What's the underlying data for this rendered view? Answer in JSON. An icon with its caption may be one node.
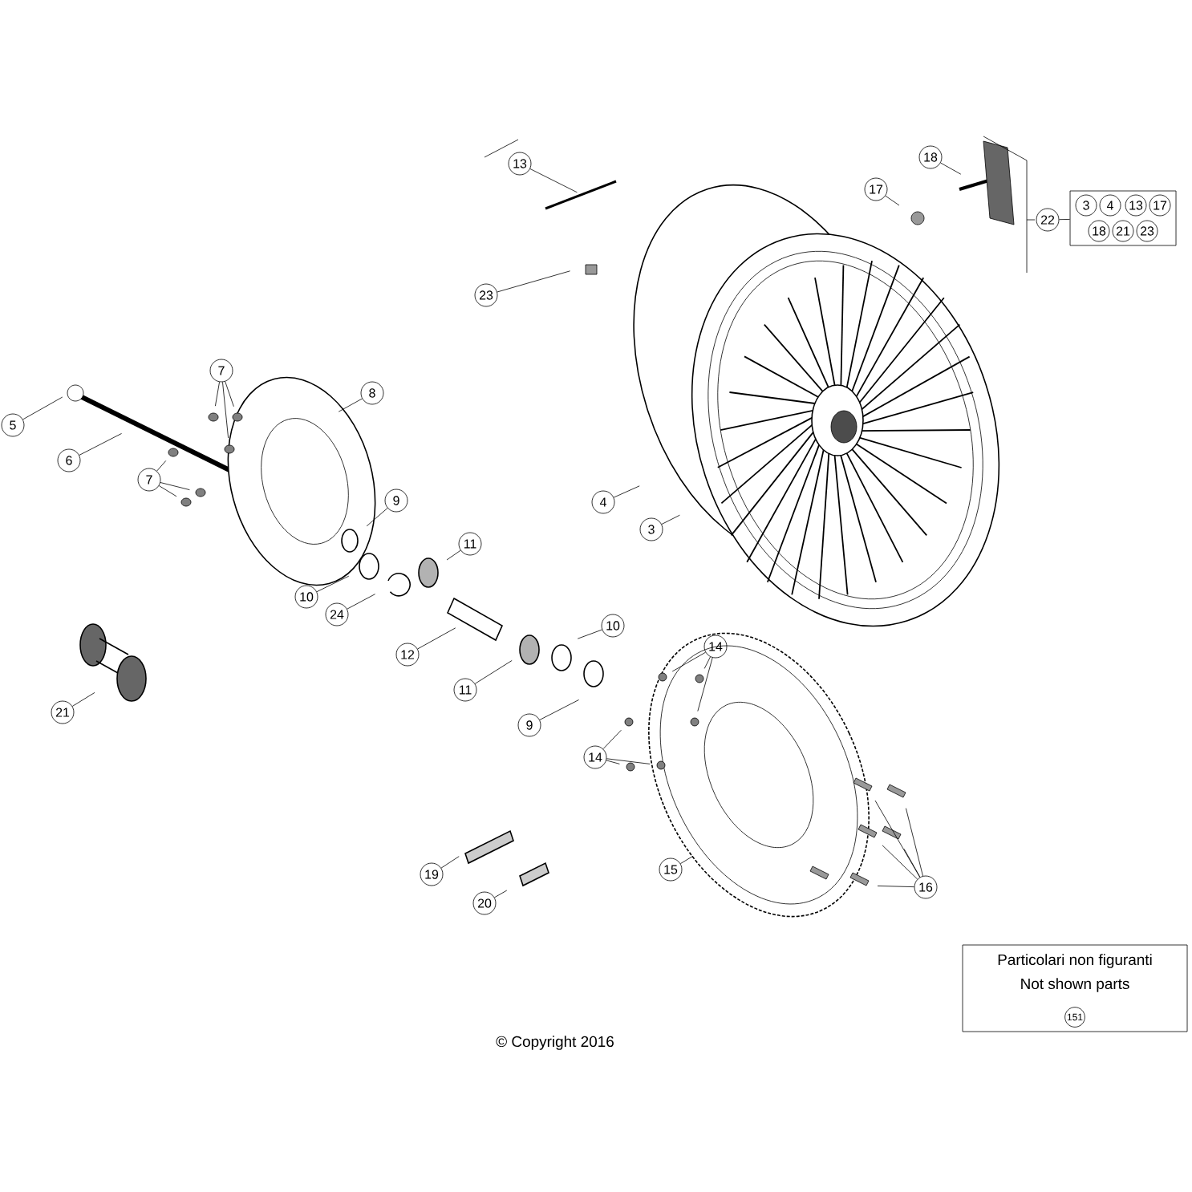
{
  "diagram": {
    "nodes": [
      {
        "text": [
          "13"
        ]
      },
      {
        "text": [
          "18"
        ]
      },
      {
        "text": [
          "17"
        ]
      },
      {
        "text": [
          "22"
        ]
      },
      {
        "text": [
          "3",
          "4",
          "13",
          "17",
          "18",
          "21",
          "23"
        ]
      },
      {
        "text": [
          "23"
        ]
      },
      {
        "text": [
          "7"
        ]
      },
      {
        "text": [
          "8"
        ]
      },
      {
        "text": [
          "5"
        ]
      },
      {
        "text": [
          "6"
        ]
      },
      {
        "text": [
          "7"
        ]
      },
      {
        "text": [
          "4"
        ]
      },
      {
        "text": [
          "3"
        ]
      },
      {
        "text": [
          "9"
        ]
      },
      {
        "text": [
          "11"
        ]
      },
      {
        "text": [
          "10"
        ]
      },
      {
        "text": [
          "24"
        ]
      },
      {
        "text": [
          "12"
        ]
      },
      {
        "text": [
          "10"
        ]
      },
      {
        "text": [
          "14"
        ]
      },
      {
        "text": [
          "11"
        ]
      },
      {
        "text": [
          "9"
        ]
      },
      {
        "text": [
          "21"
        ]
      },
      {
        "text": [
          "14"
        ]
      },
      {
        "text": [
          "15"
        ]
      },
      {
        "text": [
          "16"
        ]
      },
      {
        "text": [
          "19"
        ]
      },
      {
        "text": [
          "20"
        ]
      },
      {
        "text": [
          "Particolari non figuranti",
          "Not shown parts"
        ]
      },
      {
        "text": [
          "151"
        ],
        "in": 28
      }
    ],
    "edges": [
      {
        "from": 0,
        "to": null,
        "arrow": "none"
      },
      {
        "from": 1,
        "to": null,
        "arrow": "none"
      },
      {
        "from": 2,
        "to": null,
        "arrow": "none"
      },
      {
        "from": 3,
        "to": 4,
        "arrow": "none"
      },
      {
        "from": 5,
        "to": null,
        "arrow": "none"
      },
      {
        "from": 6,
        "to": null,
        "arrow": "none"
      },
      {
        "from": 6,
        "to": null,
        "arrow": "none"
      },
      {
        "from": 6,
        "to": null,
        "arrow": "none"
      },
      {
        "from": 7,
        "to": null,
        "arrow": "none"
      },
      {
        "from": 8,
        "to": null,
        "arrow": "none"
      },
      {
        "from": 9,
        "to": null,
        "arrow": "none"
      },
      {
        "from": 10,
        "to": null,
        "arrow": "none"
      },
      {
        "from": 10,
        "to": null,
        "arrow": "none"
      },
      {
        "from": 10,
        "to": null,
        "arrow": "none"
      },
      {
        "from": 11,
        "to": null,
        "arrow": "none"
      },
      {
        "from": 12,
        "to": null,
        "arrow": "none"
      },
      {
        "from": 13,
        "to": null,
        "arrow": "none"
      },
      {
        "from": 14,
        "to": null,
        "arrow": "none"
      },
      {
        "from": 15,
        "to": null,
        "arrow": "none"
      },
      {
        "from": 16,
        "to": null,
        "arrow": "none"
      },
      {
        "from": 17,
        "to": null,
        "arrow": "none"
      },
      {
        "from": 18,
        "to": null,
        "arrow": "none"
      },
      {
        "from": 19,
        "to": null,
        "arrow": "none"
      },
      {
        "from": 19,
        "to": null,
        "arrow": "none"
      },
      {
        "from": 19,
        "to": null,
        "arrow": "none"
      },
      {
        "from": 20,
        "to": null,
        "arrow": "none"
      },
      {
        "from": 21,
        "to": null,
        "arrow": "none"
      },
      {
        "from": 22,
        "to": null,
        "arrow": "none"
      },
      {
        "from": 23,
        "to": null,
        "arrow": "none"
      },
      {
        "from": 23,
        "to": null,
        "arrow": "none"
      },
      {
        "from": 23,
        "to": null,
        "arrow": "none"
      },
      {
        "from": 24,
        "to": null,
        "arrow": "none"
      },
      {
        "from": 25,
        "to": null,
        "arrow": "none"
      },
      {
        "from": 25,
        "to": null,
        "arrow": "none"
      },
      {
        "from": 25,
        "to": null,
        "arrow": "none"
      },
      {
        "from": 25,
        "to": null,
        "arrow": "none"
      },
      {
        "from": 25,
        "to": null,
        "arrow": "none"
      },
      {
        "from": 26,
        "to": null,
        "arrow": "none"
      },
      {
        "from": 27,
        "to": null,
        "arrow": "none"
      }
    ],
    "labels": [
      "© Copyright 2016"
    ]
  }
}
